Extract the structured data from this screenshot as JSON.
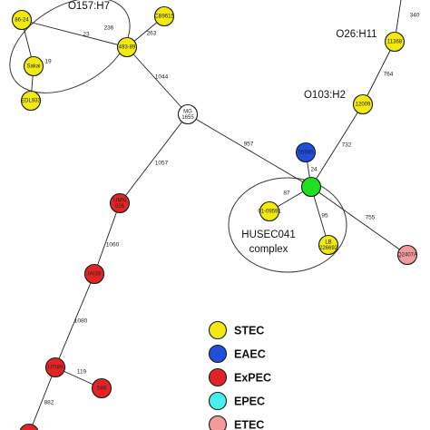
{
  "colors": {
    "STEC": "#f2ea0f",
    "EAEC": "#1f4fdc",
    "ExPEC": "#e32424",
    "EPEC": "#43f2f0",
    "ETEC": "#f29a9c",
    "reference": "#ffffff",
    "hub": "#1ee01e"
  },
  "nodes": [
    {
      "id": "n86_24",
      "label": "86-24",
      "type": "STEC"
    },
    {
      "id": "sakai",
      "label": "Sakai",
      "type": "STEC"
    },
    {
      "id": "edl933",
      "label": "EDL933",
      "type": "STEC"
    },
    {
      "id": "cb9615",
      "label": "CB9615",
      "type": "STEC"
    },
    {
      "id": "n493_89",
      "label": "493-89",
      "type": "STEC"
    },
    {
      "id": "mg1655",
      "label": "MG 1655",
      "type": "reference"
    },
    {
      "id": "n11368",
      "label": "11368",
      "type": "STEC"
    },
    {
      "id": "n12009",
      "label": "12009",
      "type": "STEC"
    },
    {
      "id": "n55989",
      "label": "55989",
      "type": "EAEC"
    },
    {
      "id": "hub",
      "label": "",
      "type": "hub"
    },
    {
      "id": "n01_09591",
      "label": "01-09591",
      "type": "STEC"
    },
    {
      "id": "lb226692",
      "label": "LB 226692",
      "type": "STEC"
    },
    {
      "id": "h10407a",
      "label": "Q2407A",
      "type": "ETEC"
    },
    {
      "id": "umn026",
      "label": "UMN 026",
      "type": "ExPEC"
    },
    {
      "id": "iai39",
      "label": "IAI39",
      "type": "ExPEC"
    },
    {
      "id": "uti89",
      "label": "UTI89",
      "type": "ExPEC"
    },
    {
      "id": "s88",
      "label": "S88",
      "type": "ExPEC"
    },
    {
      "id": "bottom_red",
      "label": "",
      "type": "ExPEC"
    },
    {
      "id": "top_right_off",
      "label": "",
      "type": "STEC"
    }
  ],
  "edges": [
    {
      "from": "n86_24",
      "to": "sakai",
      "label": "23"
    },
    {
      "from": "sakai",
      "to": "edl933",
      "label": "19"
    },
    {
      "from": "n86_24",
      "to": "n493_89",
      "label": "236"
    },
    {
      "from": "cb9615",
      "to": "n493_89",
      "label": "263"
    },
    {
      "from": "n493_89",
      "to": "mg1655",
      "label": "1044"
    },
    {
      "from": "mg1655",
      "to": "hub",
      "label": "957"
    },
    {
      "from": "mg1655",
      "to": "umn026",
      "label": "1057"
    },
    {
      "from": "top_right_off",
      "to": "n11368",
      "label": "340"
    },
    {
      "from": "n11368",
      "to": "n12009",
      "label": "764"
    },
    {
      "from": "n12009",
      "to": "hub",
      "label": "732"
    },
    {
      "from": "n55989",
      "to": "hub",
      "label": "24"
    },
    {
      "from": "hub",
      "to": "n01_09591",
      "label": "87"
    },
    {
      "from": "hub",
      "to": "lb226692",
      "label": "95"
    },
    {
      "from": "hub",
      "to": "h10407a",
      "label": "755"
    },
    {
      "from": "umn026",
      "to": "iai39",
      "label": "1060"
    },
    {
      "from": "iai39",
      "to": "uti89",
      "label": "1080"
    },
    {
      "from": "uti89",
      "to": "s88",
      "label": "119"
    },
    {
      "from": "uti89",
      "to": "bottom_red",
      "label": "882"
    }
  ],
  "groups": [
    {
      "id": "o157",
      "label_lines": [
        "O157:H7"
      ]
    },
    {
      "id": "husec",
      "label_lines": [
        "HUSEC041",
        "complex"
      ]
    }
  ],
  "serotype_labels": [
    {
      "id": "o26",
      "text": "O26:H11"
    },
    {
      "id": "o103",
      "text": "O103:H2"
    }
  ],
  "legend": [
    {
      "label": "STEC",
      "color": "#f2ea0f"
    },
    {
      "label": "EAEC",
      "color": "#1f4fdc"
    },
    {
      "label": "ExPEC",
      "color": "#e32424"
    },
    {
      "label": "EPEC",
      "color": "#43f2f0"
    },
    {
      "label": "ETEC",
      "color": "#f29a9c"
    }
  ]
}
